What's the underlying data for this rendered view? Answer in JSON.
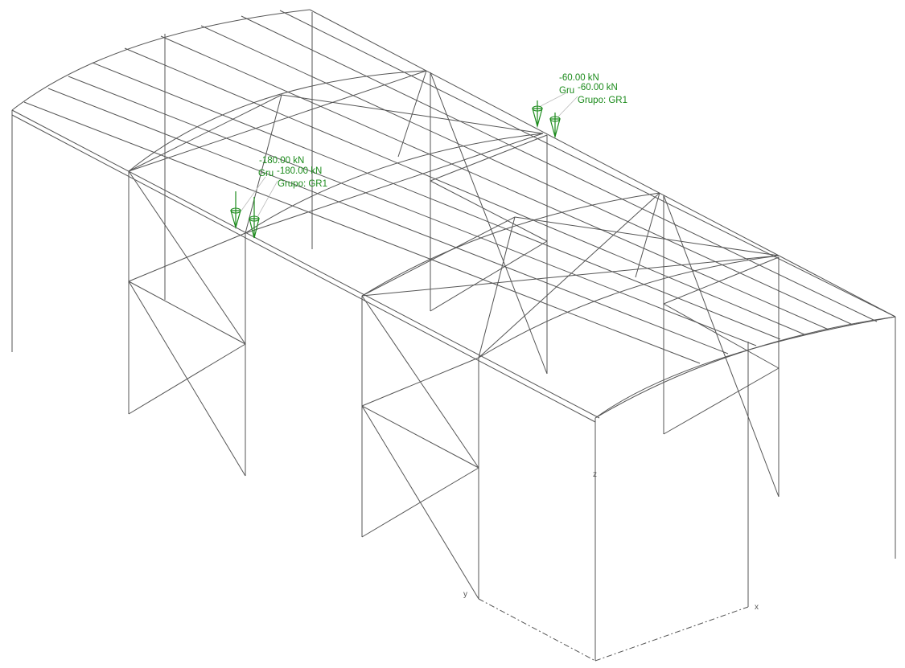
{
  "loads": [
    {
      "id": "load-a",
      "value_text": "-180.00 kN",
      "group_overlap_text": "Gru",
      "group_text": "Grupo: GR1"
    },
    {
      "id": "load-b",
      "value_text": "-180.00 kN",
      "group_text": "Grupo: GR1"
    },
    {
      "id": "load-c",
      "value_text": "-60.00 kN",
      "group_overlap_text": "Gru",
      "group_text": "Grupo: GR1"
    },
    {
      "id": "load-d",
      "value_text": "-60.00 kN",
      "group_text": "Grupo: GR1"
    }
  ],
  "axes": {
    "x_label": "x",
    "y_label": "y",
    "z_label": "z"
  },
  "colors": {
    "structure": "#555555",
    "load": "#1a8a1a",
    "axis": "#555555",
    "background": "#ffffff"
  }
}
